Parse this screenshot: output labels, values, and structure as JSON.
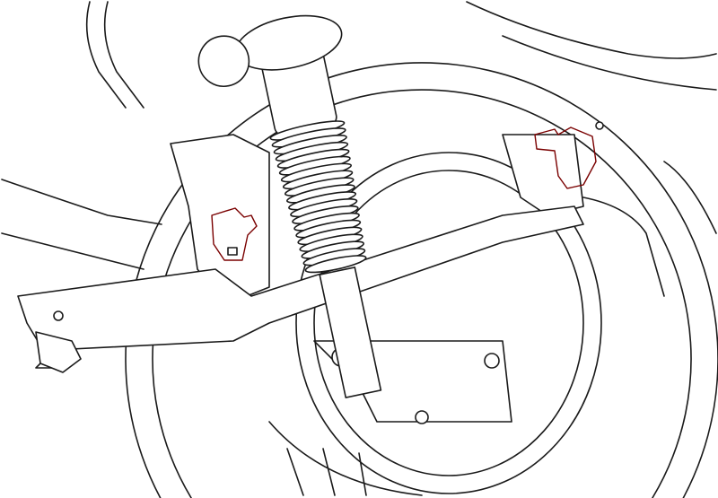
{
  "diagram": {
    "style": "line-drawing",
    "colors": {
      "line": "#1a1a1a",
      "background": "#ffffff",
      "highlight_part": "#e0161b"
    },
    "highlighted_parts": [
      {
        "icon": "cam-bolt-icon",
        "location": "left-frame-bracket"
      },
      {
        "icon": "cam-bolt-icon",
        "location": "right-frame-bracket"
      }
    ]
  }
}
